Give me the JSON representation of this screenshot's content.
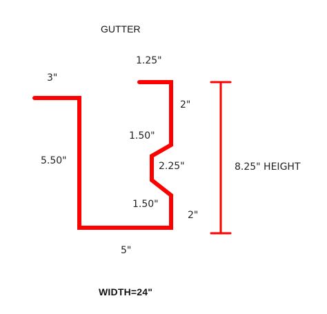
{
  "title": "GUTTER",
  "dimensions": {
    "top_flange": "1.25\"",
    "back_return": "3\"",
    "upper_front": "2\"",
    "upper_slope": "1.50\"",
    "face_middle": "2.25\"",
    "lower_slope": "1.50\"",
    "lower_front": "2\"",
    "back_height": "5.50\"",
    "bottom": "5\""
  },
  "height_label": "8.25\" HEIGHT",
  "width_label": "WIDTH=24\"",
  "colors": {
    "profile": "#ff0000",
    "text": "#222222",
    "background": "#ffffff"
  }
}
